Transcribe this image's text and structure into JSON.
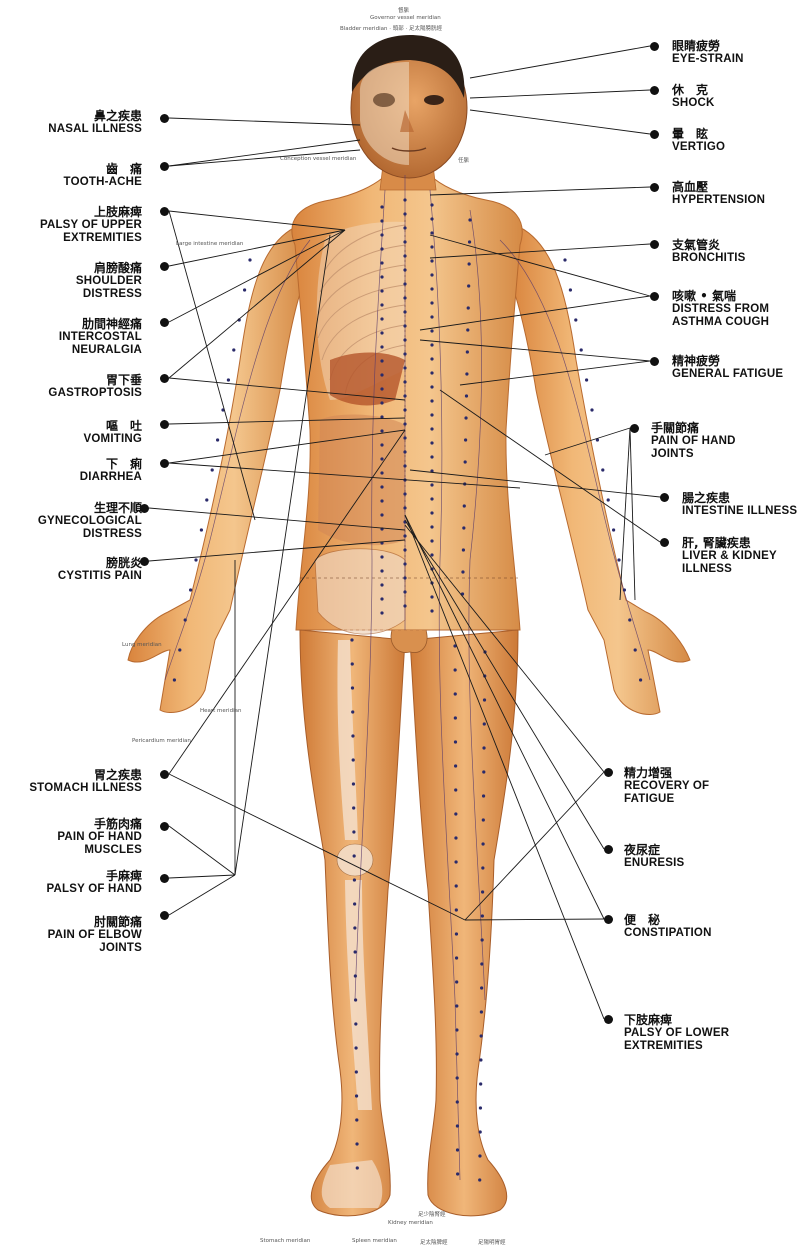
{
  "header": {
    "line1": "督脈",
    "line2": "Governor vessel meridian",
    "line3": "Bladder meridian · 頭部 · 足太陽膀胱經"
  },
  "left_labels": [
    {
      "id": "nasal",
      "cn": "鼻之疾患",
      "en": [
        "NASAL ILLNESS"
      ]
    },
    {
      "id": "tooth",
      "cn": "齒　痛",
      "en": [
        "TOOTH-ACHE"
      ]
    },
    {
      "id": "palsy-upper",
      "cn": "上肢麻痺",
      "en": [
        "PALSY OF UPPER",
        "EXTREMITIES"
      ]
    },
    {
      "id": "shoulder",
      "cn": "肩膀酸痛",
      "en": [
        "SHOULDER",
        "DISTRESS"
      ]
    },
    {
      "id": "intercostal",
      "cn": "肋間神經痛",
      "en": [
        "INTERCOSTAL",
        "NEURALGIA"
      ]
    },
    {
      "id": "gastroptosis",
      "cn": "胃下垂",
      "en": [
        "GASTROPTOSIS"
      ]
    },
    {
      "id": "vomiting",
      "cn": "嘔　吐",
      "en": [
        "VOMITING"
      ]
    },
    {
      "id": "diarrhea",
      "cn": "下　痢",
      "en": [
        "DIARRHEA"
      ]
    },
    {
      "id": "gyneco",
      "cn": "生理不順",
      "en": [
        "GYNECOLOGICAL",
        "DISTRESS"
      ]
    },
    {
      "id": "cystitis",
      "cn": "膀胱炎",
      "en": [
        "CYSTITIS PAIN"
      ]
    },
    {
      "id": "stomach",
      "cn": "胃之疾患",
      "en": [
        "STOMACH ILLNESS"
      ]
    },
    {
      "id": "hand-muscles",
      "cn": "手筋肉痛",
      "en": [
        "PAIN OF HAND",
        "MUSCLES"
      ]
    },
    {
      "id": "palsy-hand",
      "cn": "手麻痺",
      "en": [
        "PALSY OF HAND"
      ]
    },
    {
      "id": "elbow",
      "cn": "肘關節痛",
      "en": [
        "PAIN OF ELBOW",
        "JOINTS"
      ]
    }
  ],
  "right_labels": [
    {
      "id": "eye",
      "cn": "眼睛疲勞",
      "en": [
        "EYE-STRAIN"
      ]
    },
    {
      "id": "shock",
      "cn": "休　克",
      "en": [
        "SHOCK"
      ]
    },
    {
      "id": "vertigo",
      "cn": "暈　眩",
      "en": [
        "VERTIGO"
      ]
    },
    {
      "id": "hypertension",
      "cn": "高血壓",
      "en": [
        "HYPERTENSION"
      ]
    },
    {
      "id": "bronchitis",
      "cn": "支氣管炎",
      "en": [
        "BRONCHITIS"
      ]
    },
    {
      "id": "asthma",
      "cn": "咳嗽 • 氣喘",
      "en": [
        "DISTRESS FROM",
        "ASTHMA COUGH"
      ]
    },
    {
      "id": "fatigue",
      "cn": "精神疲勞",
      "en": [
        "GENERAL FATIGUE"
      ]
    },
    {
      "id": "hand-joints",
      "cn": "手關節痛",
      "en": [
        "PAIN OF HAND",
        "JOINTS"
      ]
    },
    {
      "id": "intestine",
      "cn": "腸之疾患",
      "en": [
        "INTESTINE ILLNESS"
      ]
    },
    {
      "id": "liver",
      "cn": "肝, 腎臟疾患",
      "en": [
        "LIVER & KIDNEY",
        "ILLNESS"
      ]
    },
    {
      "id": "recovery",
      "cn": "精力增强",
      "en": [
        "RECOVERY OF",
        "FATIGUE"
      ]
    },
    {
      "id": "enuresis",
      "cn": "夜尿症",
      "en": [
        "ENURESIS"
      ]
    },
    {
      "id": "constipation",
      "cn": "便　秘",
      "en": [
        "CONSTIPATION"
      ]
    },
    {
      "id": "palsy-lower",
      "cn": "下肢麻痺",
      "en": [
        "PALSY OF LOWER",
        "EXTREMITIES"
      ]
    }
  ],
  "tiny_labels": {
    "large_intestine": "Large intestine meridian",
    "lung": "Lung meridian",
    "heart": "Heart meridian",
    "pericardium": "Pericardium meridian",
    "kidney": "Kidney meridian",
    "stomach": "Stomach meridian",
    "spleen": "Spleen meridian",
    "ren_cn": "任脈",
    "cv": "Conception vessel meridian",
    "foot_cn1": "足少陰腎經",
    "foot_cn2": "足太陰脾經",
    "foot_cn3": "足陽明胃經"
  },
  "colors": {
    "skin": "#e9a15e",
    "skin_light": "#f4c892",
    "skin_dark": "#c77233",
    "bone": "#f3ddc8",
    "muscle": "#c8764b",
    "line": "#1a1a1a"
  }
}
